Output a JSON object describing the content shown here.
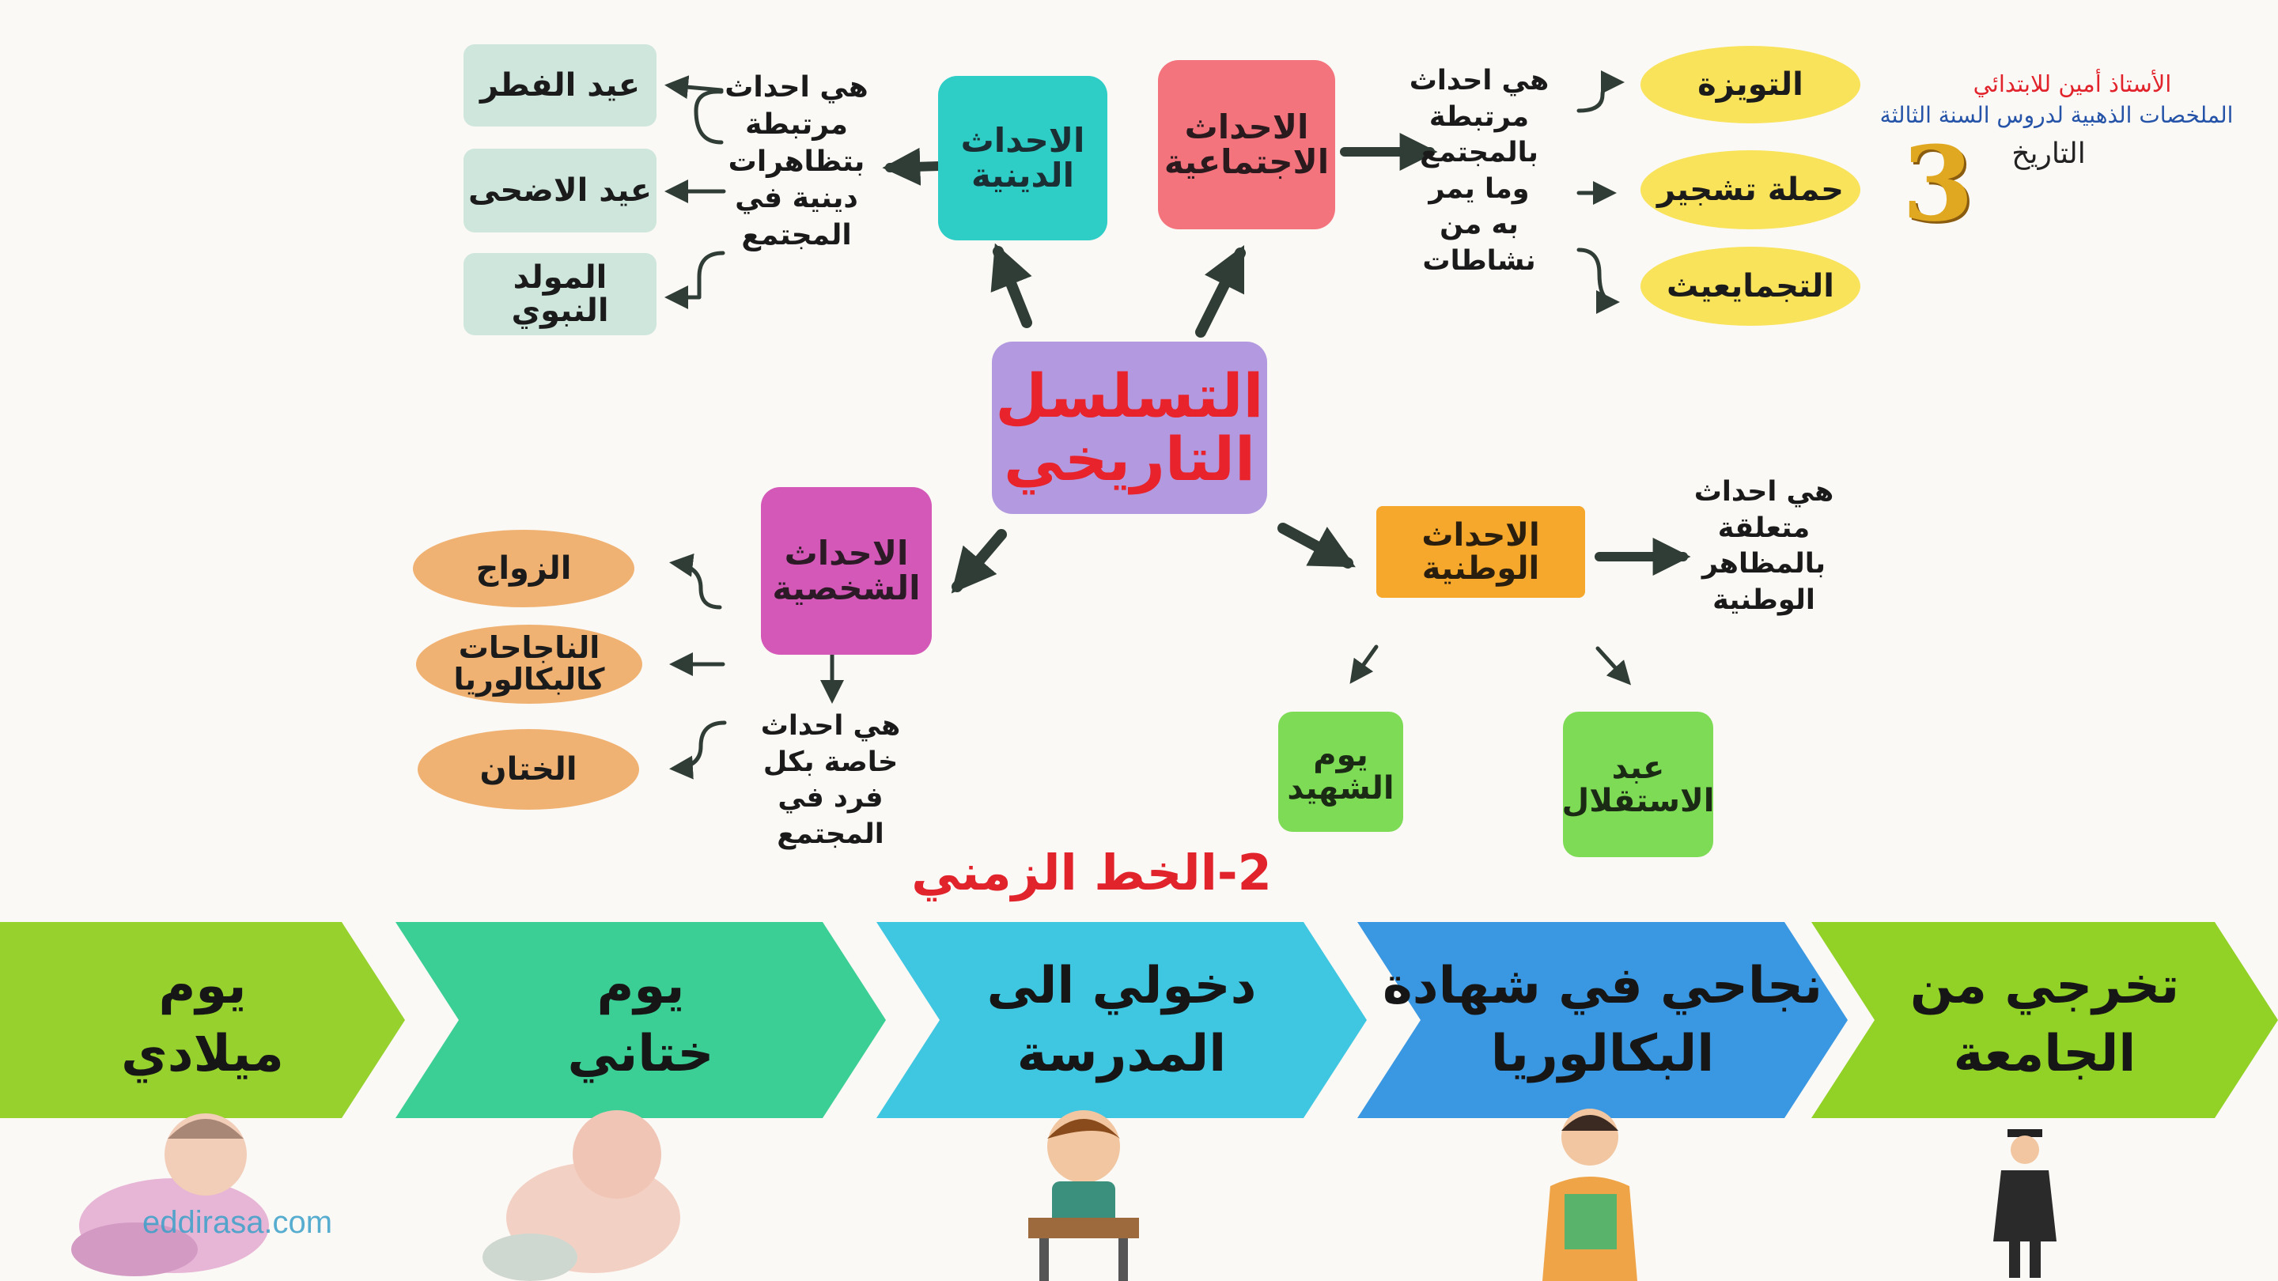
{
  "header": {
    "author": "الأستاذ أمين للابتدائي",
    "series": "الملخصات الذهبية لدروس السنة الثالثة",
    "subject": "التاريخ",
    "grade_number": "3"
  },
  "center": {
    "line1": "التسلسل",
    "line2": "التاريخي"
  },
  "religious": {
    "line1": "الاحداث",
    "line2": "الدينية",
    "desc": [
      "هي احداث",
      "مرتبطة",
      "بتظاهرات",
      "دينية في",
      "المجتمع"
    ],
    "examples": [
      "عيد الفطر",
      "عيد الاضحى",
      "المولد النبوي"
    ]
  },
  "social": {
    "line1": "الاحداث",
    "line2": "الاجتماعية",
    "desc": [
      "هي احداث",
      "مرتبطة",
      "بالمجتمع",
      "وما يمر",
      "به من",
      "نشاطات"
    ],
    "examples": [
      "التويزة",
      "حملة تشجير",
      "التجمايعيث"
    ]
  },
  "personal": {
    "line1": "الاحداث",
    "line2": "الشخصية",
    "desc": [
      "هي احداث",
      "خاصة بكل",
      "فرد  في",
      "المجتمع"
    ],
    "examples": [
      "الزواج",
      "الناجاحات",
      "كالبكالوريا",
      "الختان"
    ]
  },
  "national": {
    "line1": "الاحداث",
    "line2": "الوطنية",
    "desc": [
      "هي احداث",
      "متعلقة",
      "بالمظاهر",
      "الوطنية"
    ],
    "examples": [
      {
        "line1": "يوم",
        "line2": "الشهيد"
      },
      {
        "line1": "عبد",
        "line2": "الاستقلال"
      }
    ]
  },
  "timeline": {
    "title": "2-الخط الزمني",
    "steps": [
      {
        "line1": "يوم",
        "line2": "ميلادي"
      },
      {
        "line1": "يوم",
        "line2": "ختاني"
      },
      {
        "line1": "دخولي الى",
        "line2": "المدرسة"
      },
      {
        "line1": "نجاحي في شهادة",
        "line2": "البكالوريا"
      },
      {
        "line1": "تخرجي من",
        "line2": "الجامعة"
      }
    ]
  },
  "watermark": "eddirasa.com",
  "colors": {
    "religious": "#2ecdc6",
    "social": "#f4747e",
    "personal": "#d458b7",
    "national": "#f6a82c",
    "center": "#b39ae0",
    "center_text": "#e8232b",
    "title_red": "#e1232c",
    "yellow": "#f8e35a",
    "orange": "#f0b273",
    "green": "#7edb56",
    "mint": "#cfe6dd"
  }
}
